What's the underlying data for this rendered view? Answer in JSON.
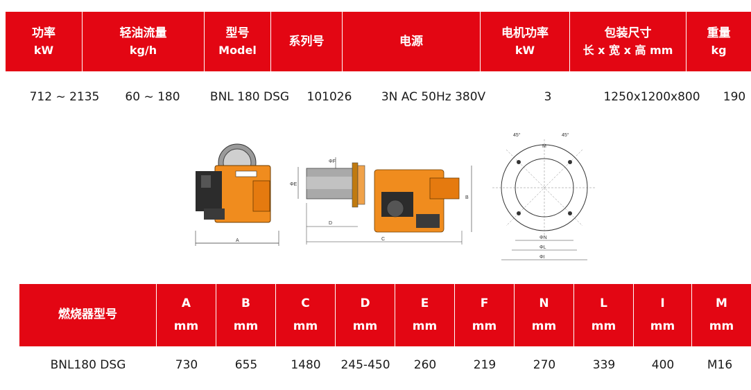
{
  "spec_table": {
    "headers": [
      {
        "line1": "功率",
        "line2": "kW"
      },
      {
        "line1": "轻油流量",
        "line2": "kg/h"
      },
      {
        "line1": "型号",
        "line2": "Model"
      },
      {
        "line1": "系列号",
        "line2": ""
      },
      {
        "line1": "电源",
        "line2": ""
      },
      {
        "line1": "电机功率",
        "line2": "kW"
      },
      {
        "line1": "包装尺寸",
        "line2": "长 x 宽 x 高 mm"
      },
      {
        "line1": "重量",
        "line2": "kg"
      }
    ],
    "row": [
      "712 ~ 2135",
      "60 ~ 180",
      "BNL 180 DSG",
      "101026",
      "3N AC 50Hz 380V",
      "3",
      "1250x1200x800",
      "190"
    ]
  },
  "drawing_labels": {
    "a": "A",
    "b": "B",
    "c": "C",
    "d": "D",
    "e": "ΦE",
    "f": "ΦF",
    "m": "M",
    "n": "ΦN",
    "l": "ΦL",
    "i": "ΦI",
    "angle1": "45°",
    "angle2": "45°"
  },
  "dims_table": {
    "headers": [
      {
        "line1": "燃烧器型号",
        "line2": ""
      },
      {
        "line1": "A",
        "line2": "mm"
      },
      {
        "line1": "B",
        "line2": "mm"
      },
      {
        "line1": "C",
        "line2": "mm"
      },
      {
        "line1": "D",
        "line2": "mm"
      },
      {
        "line1": "E",
        "line2": "mm"
      },
      {
        "line1": "F",
        "line2": "mm"
      },
      {
        "line1": "N",
        "line2": "mm"
      },
      {
        "line1": "L",
        "line2": "mm"
      },
      {
        "line1": "I",
        "line2": "mm"
      },
      {
        "line1": "M",
        "line2": "mm"
      }
    ],
    "row": [
      "BNL180 DSG",
      "730",
      "655",
      "1480",
      "245-450",
      "260",
      "219",
      "270",
      "339",
      "400",
      "M16"
    ]
  },
  "colors": {
    "header_bg": "#e30613",
    "header_text": "#ffffff",
    "burner_orange": "#f08c1e"
  }
}
